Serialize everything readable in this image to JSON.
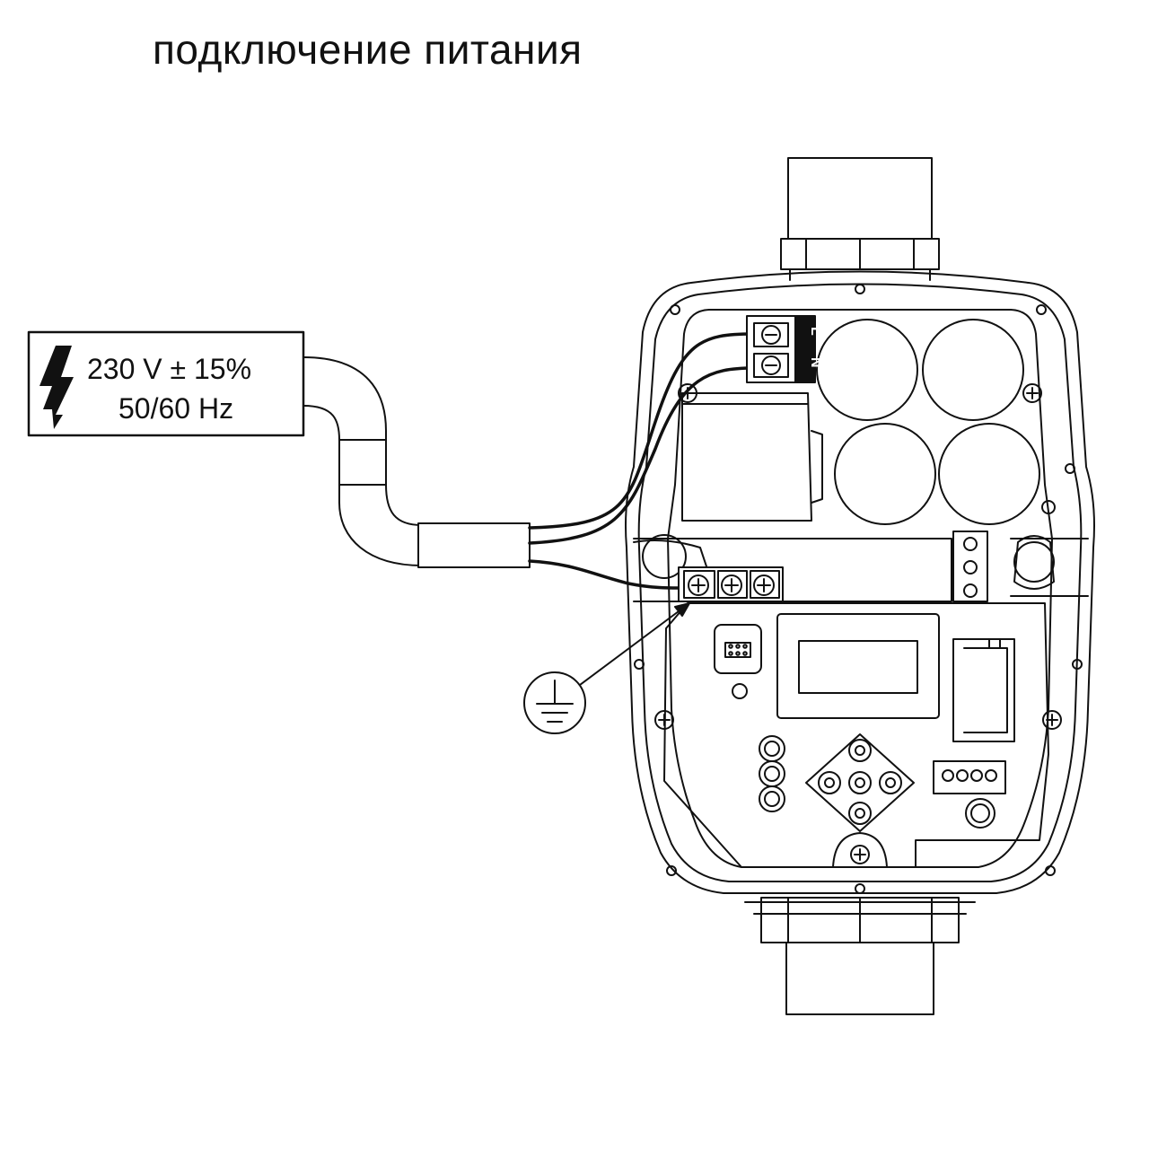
{
  "title": "подключение питания",
  "supply": {
    "voltage": "230 V ± 15%",
    "frequency": "50/60 Hz"
  },
  "terminals": {
    "line": "L",
    "neutral": "N"
  },
  "icons": {
    "hazard": "lightning-bolt-icon",
    "ground": "ground-symbol-icon"
  },
  "colors": {
    "line_art": "#111111",
    "background": "#ffffff"
  }
}
